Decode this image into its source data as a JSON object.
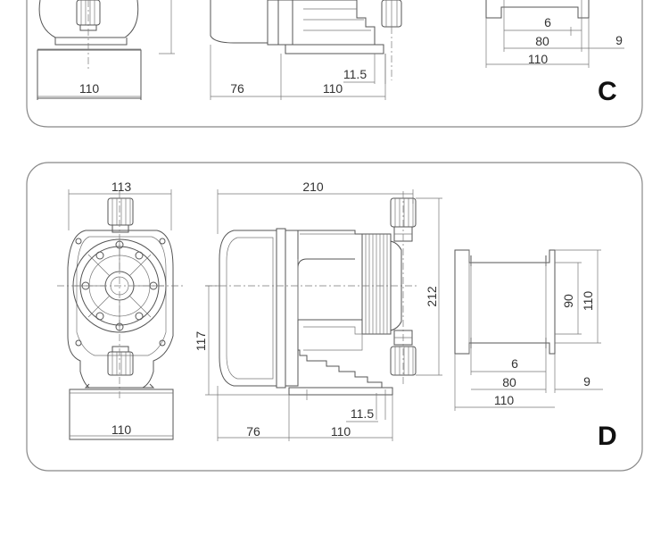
{
  "panel_c": {
    "letter": "C",
    "labels": {
      "base_width": "110",
      "offset_76": "76",
      "base_length": "110",
      "inlet_offset": "11.5",
      "bracket_inner": "6",
      "bracket_80": "80",
      "bracket_9": "9",
      "bracket_110": "110"
    }
  },
  "panel_d": {
    "letter": "D",
    "labels": {
      "front_width": "113",
      "side_length": "210",
      "total_height": "212",
      "axis_height": "117",
      "base_width": "110",
      "offset_76": "76",
      "base_length": "110",
      "inlet_offset": "11.5",
      "bracket_90": "90",
      "bracket_110_v": "110",
      "bracket_inner": "6",
      "bracket_80": "80",
      "bracket_9": "9",
      "bracket_110": "110"
    }
  }
}
